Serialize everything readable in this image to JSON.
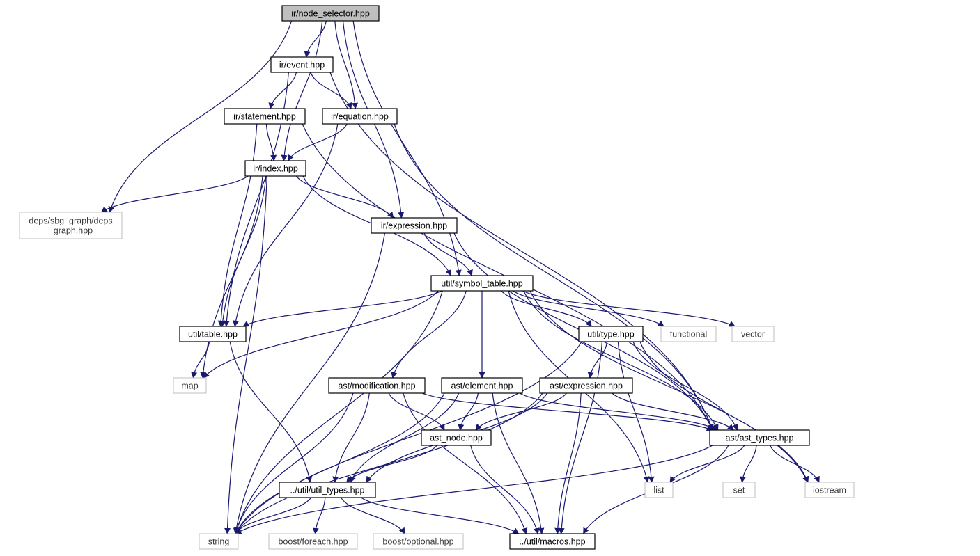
{
  "nodes": [
    {
      "id": "node_selector",
      "label": "ir/node_selector.hpp",
      "kind": "root"
    },
    {
      "id": "event",
      "label": "ir/event.hpp",
      "kind": "local"
    },
    {
      "id": "statement",
      "label": "ir/statement.hpp",
      "kind": "local"
    },
    {
      "id": "equation",
      "label": "ir/equation.hpp",
      "kind": "local"
    },
    {
      "id": "index",
      "label": "ir/index.hpp",
      "kind": "local"
    },
    {
      "id": "deps_graph",
      "label": [
        "deps/sbg_graph/deps",
        "_graph.hpp"
      ],
      "kind": "external"
    },
    {
      "id": "ir_expression",
      "label": "ir/expression.hpp",
      "kind": "local"
    },
    {
      "id": "symbol_table",
      "label": "util/symbol_table.hpp",
      "kind": "local"
    },
    {
      "id": "table",
      "label": "util/table.hpp",
      "kind": "local"
    },
    {
      "id": "type",
      "label": "util/type.hpp",
      "kind": "local"
    },
    {
      "id": "functional",
      "label": "functional",
      "kind": "external"
    },
    {
      "id": "vector",
      "label": "vector",
      "kind": "external"
    },
    {
      "id": "map",
      "label": "map",
      "kind": "external"
    },
    {
      "id": "modification",
      "label": "ast/modification.hpp",
      "kind": "local"
    },
    {
      "id": "element",
      "label": "ast/element.hpp",
      "kind": "local"
    },
    {
      "id": "ast_expression",
      "label": "ast/expression.hpp",
      "kind": "local"
    },
    {
      "id": "ast_node",
      "label": "ast_node.hpp",
      "kind": "local"
    },
    {
      "id": "ast_types",
      "label": "ast/ast_types.hpp",
      "kind": "local"
    },
    {
      "id": "util_types",
      "label": "../util/util_types.hpp",
      "kind": "local"
    },
    {
      "id": "list",
      "label": "list",
      "kind": "external"
    },
    {
      "id": "set",
      "label": "set",
      "kind": "external"
    },
    {
      "id": "iostream",
      "label": "iostream",
      "kind": "external"
    },
    {
      "id": "string",
      "label": "string",
      "kind": "external"
    },
    {
      "id": "foreach",
      "label": "boost/foreach.hpp",
      "kind": "external"
    },
    {
      "id": "optional",
      "label": "boost/optional.hpp",
      "kind": "external"
    },
    {
      "id": "macros",
      "label": "../util/macros.hpp",
      "kind": "local"
    }
  ],
  "edges": [
    [
      "node_selector",
      "event"
    ],
    [
      "node_selector",
      "equation"
    ],
    [
      "node_selector",
      "index"
    ],
    [
      "node_selector",
      "deps_graph"
    ],
    [
      "node_selector",
      "ir_expression"
    ],
    [
      "node_selector",
      "symbol_table"
    ],
    [
      "event",
      "statement"
    ],
    [
      "event",
      "equation"
    ],
    [
      "event",
      "table"
    ],
    [
      "event",
      "ast_types"
    ],
    [
      "statement",
      "index"
    ],
    [
      "statement",
      "table"
    ],
    [
      "statement",
      "ast_types"
    ],
    [
      "equation",
      "index"
    ],
    [
      "equation",
      "table"
    ],
    [
      "equation",
      "ast_types"
    ],
    [
      "index",
      "deps_graph"
    ],
    [
      "index",
      "ir_expression"
    ],
    [
      "index",
      "symbol_table"
    ],
    [
      "index",
      "table"
    ],
    [
      "index",
      "map"
    ],
    [
      "index",
      "string"
    ],
    [
      "ir_expression",
      "symbol_table"
    ],
    [
      "ir_expression",
      "string"
    ],
    [
      "ir_expression",
      "ast_types"
    ],
    [
      "symbol_table",
      "table"
    ],
    [
      "symbol_table",
      "type"
    ],
    [
      "symbol_table",
      "functional"
    ],
    [
      "symbol_table",
      "vector"
    ],
    [
      "symbol_table",
      "map"
    ],
    [
      "symbol_table",
      "modification"
    ],
    [
      "symbol_table",
      "element"
    ],
    [
      "symbol_table",
      "list"
    ],
    [
      "symbol_table",
      "ast_types"
    ],
    [
      "symbol_table",
      "iostream"
    ],
    [
      "symbol_table",
      "string"
    ],
    [
      "table",
      "map"
    ],
    [
      "table",
      "util_types"
    ],
    [
      "type",
      "ast_expression"
    ],
    [
      "type",
      "ast_types"
    ],
    [
      "type",
      "list"
    ],
    [
      "type",
      "iostream"
    ],
    [
      "type",
      "string"
    ],
    [
      "type",
      "macros"
    ],
    [
      "modification",
      "ast_node"
    ],
    [
      "modification",
      "ast_types"
    ],
    [
      "modification",
      "util_types"
    ],
    [
      "modification",
      "string"
    ],
    [
      "modification",
      "macros"
    ],
    [
      "element",
      "ast_node"
    ],
    [
      "element",
      "ast_types"
    ],
    [
      "element",
      "util_types"
    ],
    [
      "element",
      "string"
    ],
    [
      "element",
      "macros"
    ],
    [
      "ast_expression",
      "ast_node"
    ],
    [
      "ast_expression",
      "ast_types"
    ],
    [
      "ast_expression",
      "util_types"
    ],
    [
      "ast_expression",
      "string"
    ],
    [
      "ast_expression",
      "macros"
    ],
    [
      "ast_node",
      "util_types"
    ],
    [
      "ast_node",
      "macros"
    ],
    [
      "ast_types",
      "list"
    ],
    [
      "ast_types",
      "set"
    ],
    [
      "ast_types",
      "iostream"
    ],
    [
      "ast_types",
      "string"
    ],
    [
      "ast_types",
      "macros"
    ],
    [
      "util_types",
      "string"
    ],
    [
      "util_types",
      "foreach"
    ],
    [
      "util_types",
      "optional"
    ],
    [
      "util_types",
      "macros"
    ]
  ]
}
